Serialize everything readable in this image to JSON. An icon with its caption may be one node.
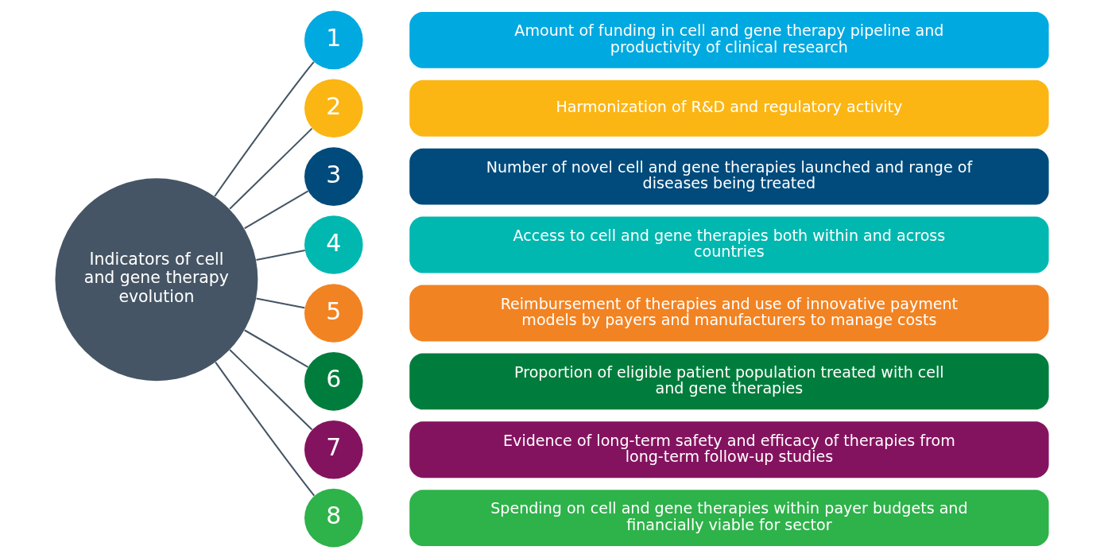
{
  "diagram": {
    "nodes": [
      {
        "text": [
          "Indicators of cell and gene therapy evolution"
        ]
      },
      {
        "text": [
          "1"
        ]
      },
      {
        "text": [
          "Amount of funding in cell and gene therapy pipeline and productivity of clinical research"
        ]
      },
      {
        "text": [
          "2"
        ]
      },
      {
        "text": [
          "Harmonization of R&D and regulatory activity"
        ]
      },
      {
        "text": [
          "3"
        ]
      },
      {
        "text": [
          "Number of novel cell and gene therapies launched and range of diseases being treated"
        ]
      },
      {
        "text": [
          "4"
        ]
      },
      {
        "text": [
          "Access to cell and gene therapies both within and across countries"
        ]
      },
      {
        "text": [
          "5"
        ]
      },
      {
        "text": [
          "Reimbursement of therapies and use of innovative payment models by payers and manufacturers to manage costs"
        ]
      },
      {
        "text": [
          "6"
        ]
      },
      {
        "text": [
          "Proportion of eligible patient population treated with cell and gene therapies"
        ]
      },
      {
        "text": [
          "7"
        ]
      },
      {
        "text": [
          "Evidence of long-term safety and efficacy of therapies from long-term follow-up studies"
        ]
      },
      {
        "text": [
          "8"
        ]
      },
      {
        "text": [
          "Spending on cell and gene therapies within payer budgets and financially viable for sector"
        ]
      }
    ],
    "edges": [
      {
        "from": 0,
        "to": 1,
        "arrow": "none"
      },
      {
        "from": 0,
        "to": 3,
        "arrow": "none"
      },
      {
        "from": 0,
        "to": 5,
        "arrow": "none"
      },
      {
        "from": 0,
        "to": 7,
        "arrow": "none"
      },
      {
        "from": 0,
        "to": 9,
        "arrow": "none"
      },
      {
        "from": 0,
        "to": 11,
        "arrow": "none"
      },
      {
        "from": 0,
        "to": 13,
        "arrow": "none"
      },
      {
        "from": 0,
        "to": 15,
        "arrow": "none"
      }
    ]
  }
}
